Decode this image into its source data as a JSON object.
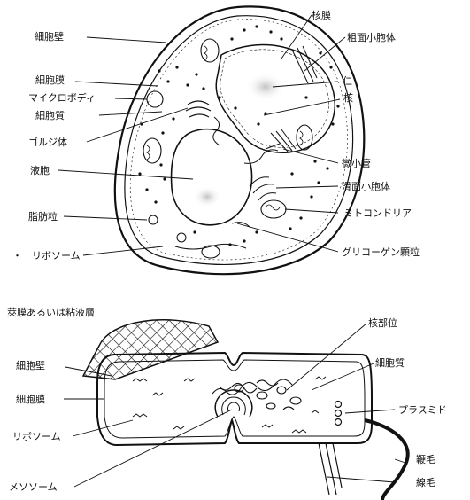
{
  "labels": {
    "cell_wall": "細胞壁",
    "nuclear_membrane": "核膜",
    "rough_er": "粗面小胞体",
    "cell_membrane": "細胞膜",
    "nucleolus": "仁",
    "microbody": "マイクロボディ",
    "nucleus": "核",
    "cytoplasm": "細胞質",
    "golgi": "ゴルジ体",
    "microtubule": "微小管",
    "vacuole": "液胞",
    "smooth_er": "滑面小胞体",
    "fat_droplet": "脂肪粒",
    "mitochondria": "ミトコンドリア",
    "ribosome": "リボソーム",
    "ribosome_dot": "・",
    "glycogen": "グリコーゲン顆粒"
  },
  "bacteria_labels": {
    "capsule": "莢膜あるいは粘液層",
    "nucleoid": "核部位",
    "cell_wall": "細胞壁",
    "cytoplasm": "細胞質",
    "cell_membrane": "細胞膜",
    "plasmid": "プラスミド",
    "ribosome": "リボソーム",
    "flagellum": "鞭毛",
    "mesosome": "メソソーム",
    "pilus": "線毛"
  }
}
